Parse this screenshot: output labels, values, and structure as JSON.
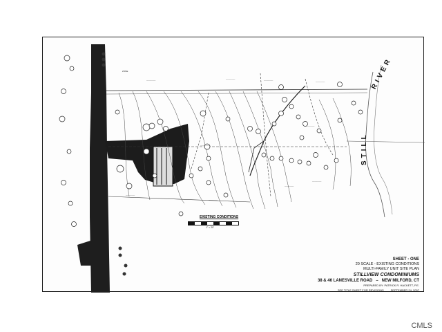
{
  "title_block": {
    "sheet": "SHEET - ONE",
    "scale": "20 SCALE - EXISTING CONDITIONS",
    "plan_type": "MULTI-FAMILY UNIT SITE PLAN",
    "project": "STILLVIEW CONDOMINIUMS",
    "address_left": "38 & 46 LANESVILLE ROAD",
    "address_right": "NEW MILFORD, CT",
    "prepared_by": "PREPARED BY: PATRICK R. HACKETT, P.E.",
    "revisions": "SEE TITLE SHEET FOR REVISIONS",
    "date": "SEPTEMBER 24, 2007"
  },
  "river_label_a": "RIVER",
  "river_label_b": "STILL",
  "existing_conditions": "EXISTING CONDITIONS",
  "scale_text": "1\" = 20'",
  "watermark": "CMLS"
}
